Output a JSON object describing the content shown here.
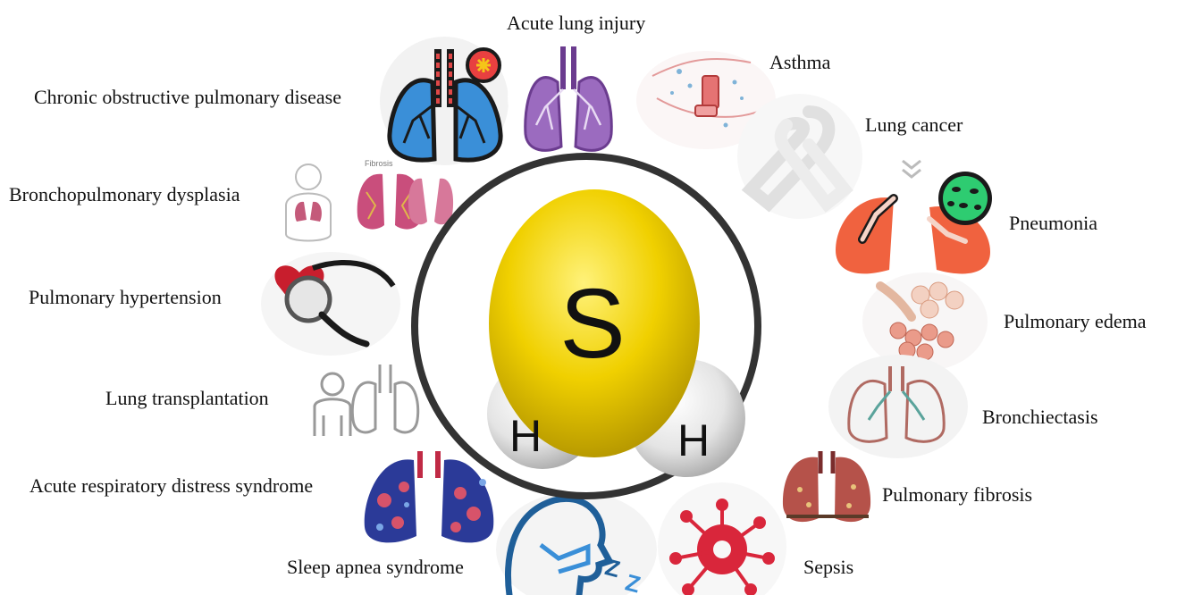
{
  "center": {
    "atom_main": "S",
    "atom_left": "H",
    "atom_right": "H",
    "colors": {
      "sulfur": "#f0d000",
      "hydrogen": "#e6e6e6",
      "ring": "#333333"
    }
  },
  "diseases": [
    {
      "id": "acute-lung-injury",
      "label": "Acute lung injury",
      "icon": "purple-lungs-icon"
    },
    {
      "id": "asthma",
      "label": "Asthma",
      "icon": "inhaler-icon"
    },
    {
      "id": "lung-cancer",
      "label": "Lung cancer",
      "icon": "awareness-ribbon-icon"
    },
    {
      "id": "pneumonia",
      "label": "Pneumonia",
      "icon": "infected-lungs-icon"
    },
    {
      "id": "pulmonary-edema",
      "label": "Pulmonary edema",
      "icon": "alveoli-icon"
    },
    {
      "id": "bronchiectasis",
      "label": "Bronchiectasis",
      "icon": "bronchial-tree-icon"
    },
    {
      "id": "pulmonary-fibrosis",
      "label": "Pulmonary fibrosis",
      "icon": "fibrotic-lungs-icon"
    },
    {
      "id": "sepsis",
      "label": "Sepsis",
      "icon": "pathogen-icon"
    },
    {
      "id": "sleep-apnea-syndrome",
      "label": "Sleep apnea syndrome",
      "icon": "sleeping-head-icon"
    },
    {
      "id": "ards",
      "label": "Acute respiratory distress syndrome",
      "icon": "patterned-lungs-icon"
    },
    {
      "id": "lung-transplantation",
      "label": "Lung transplantation",
      "icon": "person-lungs-icon"
    },
    {
      "id": "pulmonary-hypertension",
      "label": "Pulmonary hypertension",
      "icon": "stethoscope-heart-icon"
    },
    {
      "id": "bronchopulmonary-dysplasia",
      "label": "Bronchopulmonary dysplasia",
      "icon": "infant-lungs-icon"
    },
    {
      "id": "copd",
      "label": "Chronic obstructive pulmonary disease",
      "icon": "blue-lungs-icon"
    }
  ],
  "icon_texts": {
    "fibrosis_caption": "Fibrosis",
    "sleep_z": "Z"
  }
}
